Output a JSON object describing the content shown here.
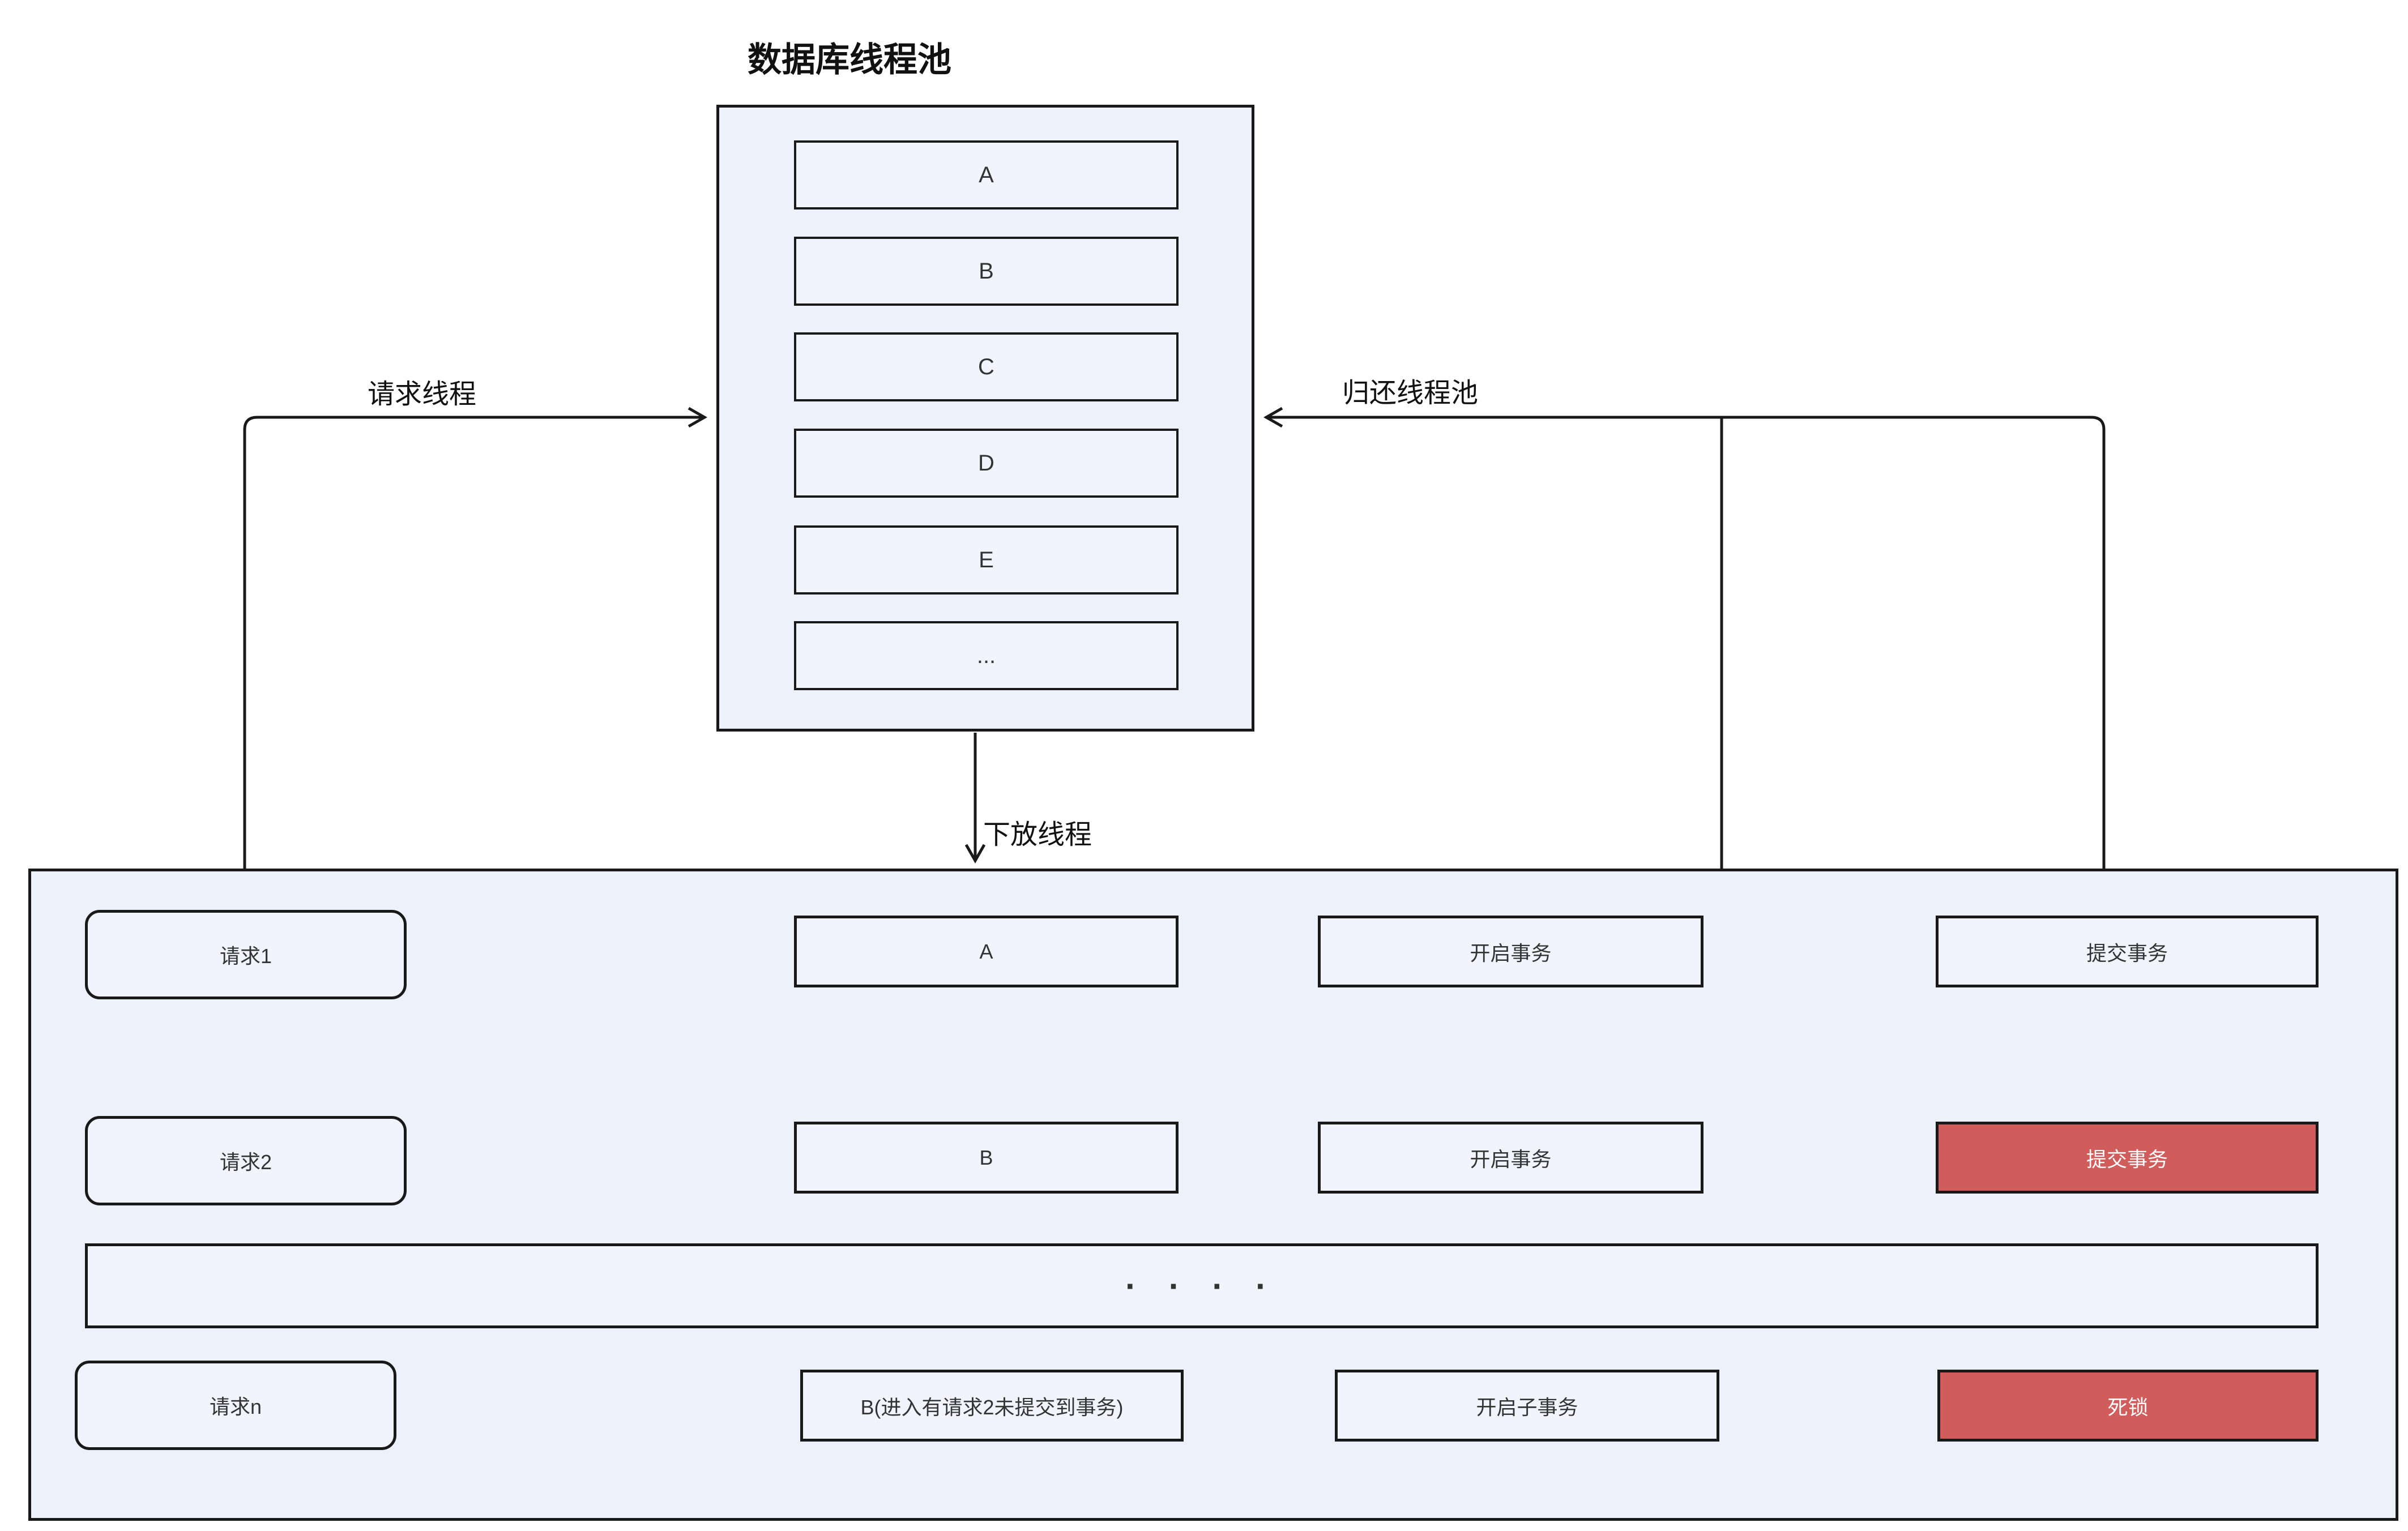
{
  "title": "数据库线程池",
  "colors": {
    "panel": "#ecf1fb",
    "box": "#f1f4fc",
    "danger": "#d05c5c",
    "danger_text": "#ffffff",
    "stroke": "#191919",
    "text": "#333333",
    "title_text": "#111111"
  },
  "thread_pool": {
    "threads": [
      "A",
      "B",
      "C",
      "D",
      "E",
      "..."
    ]
  },
  "connectors": {
    "request_label": "请求线程",
    "return_label": "归还线程池",
    "dispatch_label": "下放线程"
  },
  "flows": {
    "row1": {
      "source": "请求1",
      "thread": "A",
      "step1": "开启事务",
      "step2": "提交事务"
    },
    "row2": {
      "source": "请求2",
      "thread": "B",
      "step1": "开启事务",
      "step2": "提交事务"
    },
    "ellipsis": "· · · ·",
    "rown": {
      "source": "请求n",
      "thread": "B(进入有请求2未提交到事务)",
      "step1": "开启子事务",
      "step2": "死锁"
    }
  }
}
